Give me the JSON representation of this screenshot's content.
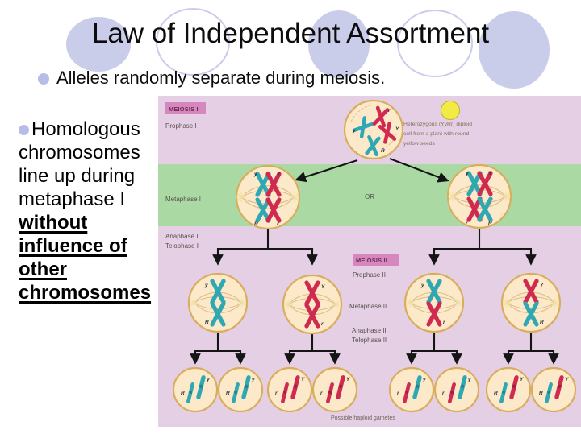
{
  "slide": {
    "title": "Law of Independent Assortment",
    "bullet": "Alleles randomly separate during meiosis.",
    "note_normal": "Homologous chromosomes line up during metaphase I ",
    "note_emphasis": "without influence of other chromosomes"
  },
  "diagram": {
    "meiosis1_label": "MEIOSIS I",
    "prophase1_label": "Prophase I",
    "metaphase1_label": "Metaphase I",
    "anaphase1_label": "Anaphase I",
    "telophase1_label": "Telophase I",
    "meiosis2_label": "MEIOSIS II",
    "prophase2_label": "Prophase II",
    "metaphase2_label": "Metaphase II",
    "anaphase2_label": "Anaphase II",
    "telophase2_label": "Telophase II",
    "or_label": "OR",
    "heterozygous_caption": [
      "Heterozygous (YyRr) diploid",
      "cell from a plant with round",
      "yellow seeds"
    ],
    "gametes_caption": "Possible haploid gametes",
    "prophase_cell": {
      "a": "r",
      "b": "Y",
      "c": "y",
      "d": "R"
    },
    "metaphase1_left": {
      "top_left": "y",
      "top_right": "Y",
      "bottom_left": "R",
      "bottom_right": "r"
    },
    "metaphase1_right": {
      "top_left": "y",
      "top_right": "Y",
      "bottom_left": "r",
      "bottom_right": "R"
    },
    "metaphase2_cells": [
      {
        "top": "y",
        "bottom": "R"
      },
      {
        "top": "Y",
        "bottom": "r"
      },
      {
        "top": "y",
        "bottom": "r"
      },
      {
        "top": "Y",
        "bottom": "R"
      }
    ],
    "gametes": [
      {
        "left": "R",
        "right": "y"
      },
      {
        "left": "R",
        "right": "y"
      },
      {
        "left": "r",
        "right": "Y"
      },
      {
        "left": "r",
        "right": "Y"
      },
      {
        "left": "r",
        "right": "y"
      },
      {
        "left": "r",
        "right": "y"
      },
      {
        "left": "R",
        "right": "Y"
      },
      {
        "left": "R",
        "right": "Y"
      }
    ],
    "colors": {
      "background": "#e5cfe5",
      "metaphase_band": "#abd9a4",
      "stage_box": "#d687bd",
      "cell_fill": "#fbe9c9",
      "cell_border": "#d8ae5d",
      "chromosome_teal": "#2fa8b4",
      "chromosome_red": "#d02a50",
      "seed_yellow": "#f3eb45"
    }
  }
}
